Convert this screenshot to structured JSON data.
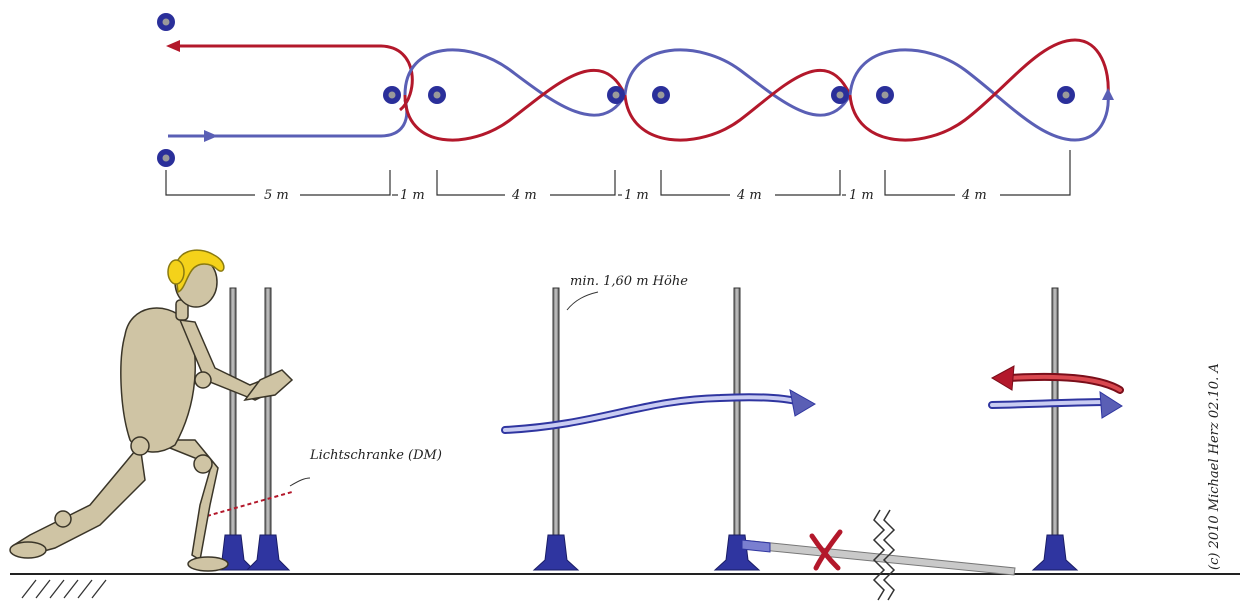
{
  "course": {
    "distances": [
      "5 m",
      "1 m",
      "4 m",
      "1 m",
      "4 m",
      "1 m",
      "4 m"
    ]
  },
  "labels": {
    "pole_height": "min. 1,60 m Höhe",
    "light_barrier": "Lichtschranke (DM)",
    "copyright": "(c) 2010 Michael Herz 02.10. A"
  },
  "icons": {
    "pole_marker": "pole-marker-icon",
    "fallen_pole_mark": "x-mark-icon",
    "break_mark": "zigzag-break-icon"
  },
  "colors": {
    "red_path": "#b3182b",
    "blue_path": "#5a5fb5",
    "pole_base": "#2f35a0",
    "marker": "#2a2f9a",
    "figure": "#cfc4a4",
    "hair": "#f4d21a"
  }
}
